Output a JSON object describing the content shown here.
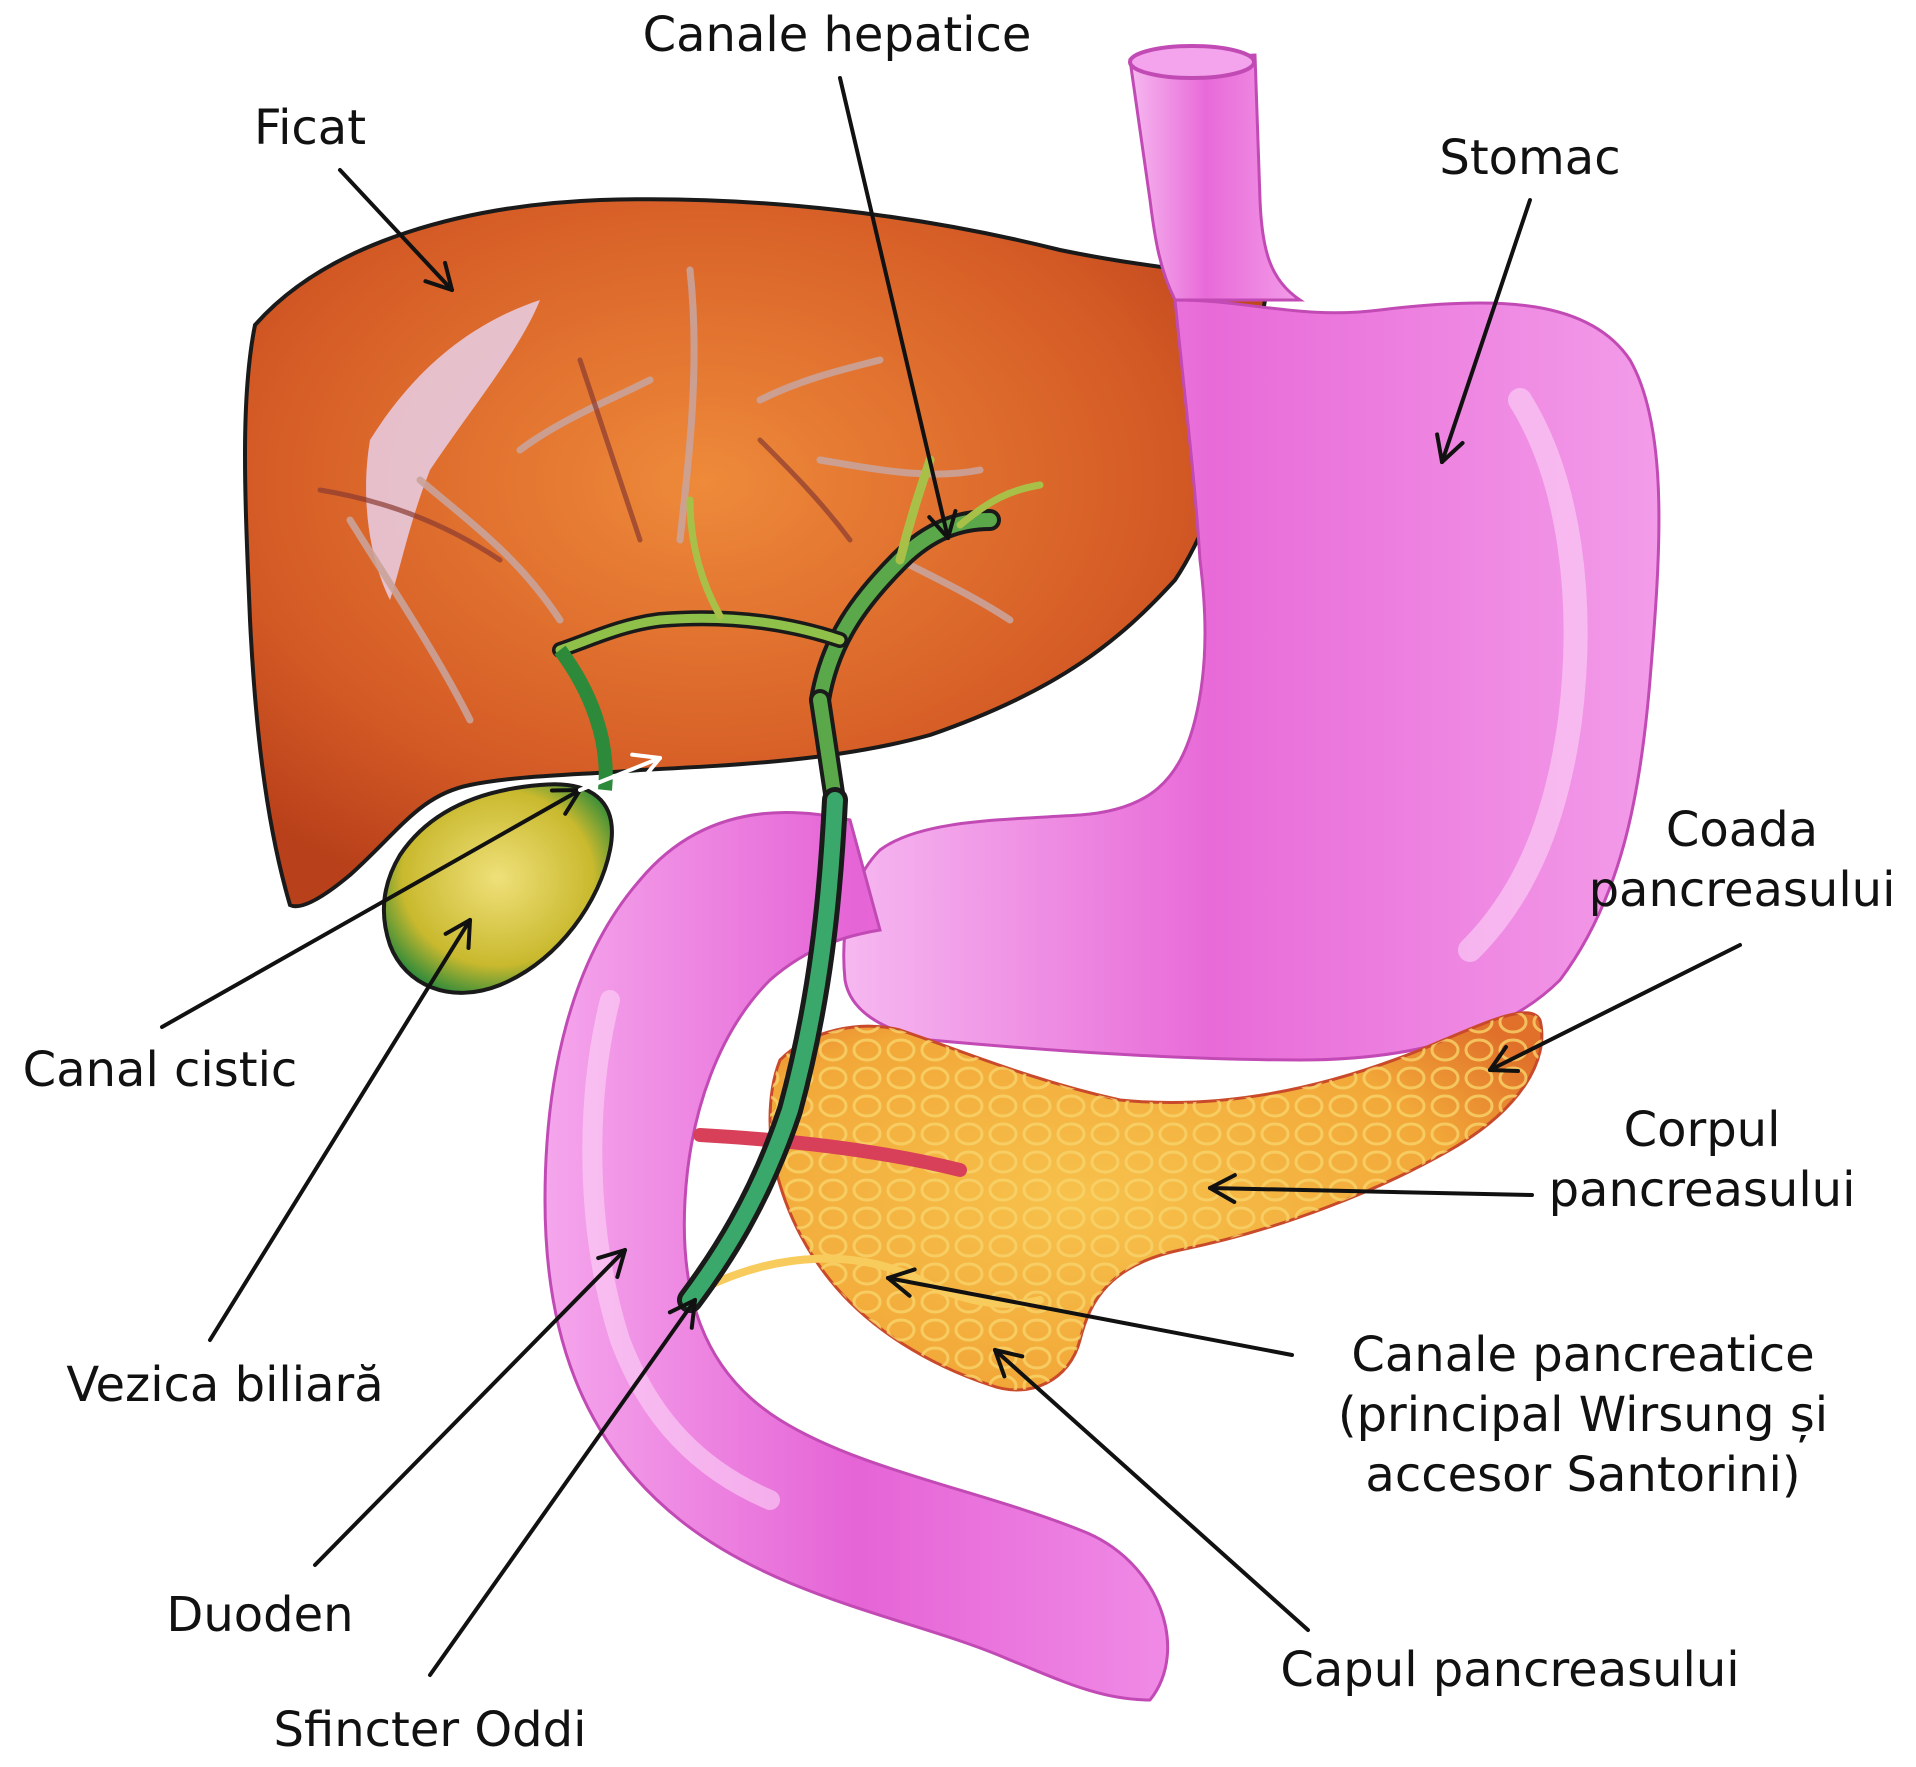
{
  "colors": {
    "liver": "#d45a25",
    "liver_dark": "#b8401a",
    "stomach": "#e86ad8",
    "stomach_light": "#f4a8ee",
    "duodenum": "#e76fdc",
    "gallbladder": "#d8c53a",
    "gallbladder_rim": "#2c8a3a",
    "bile_duct": "#5aa84a",
    "pancreas": "#f2a838",
    "pancreas_dark": "#e0702a",
    "arrow": "#111111",
    "arrow_white": "#ffffff"
  },
  "labels": {
    "liver": "Ficat",
    "hepatic_ducts": "Canale hepatice",
    "stomach": "Stomac",
    "pancreas_tail_1": "Coada",
    "pancreas_tail_2": "pancreasului",
    "pancreas_body_1": "Corpul",
    "pancreas_body_2": "pancreasului",
    "pancreatic_ducts_1": "Canale pancreatice",
    "pancreatic_ducts_2": "(principal Wirsung și",
    "pancreatic_ducts_3": "accesor Santorini)",
    "pancreas_head": "Capul pancreasului",
    "oddi": "Sfincter Oddi",
    "duodenum": "Duoden",
    "gallbladder": "Vezica biliară",
    "cystic_duct": "Canal cistic"
  }
}
